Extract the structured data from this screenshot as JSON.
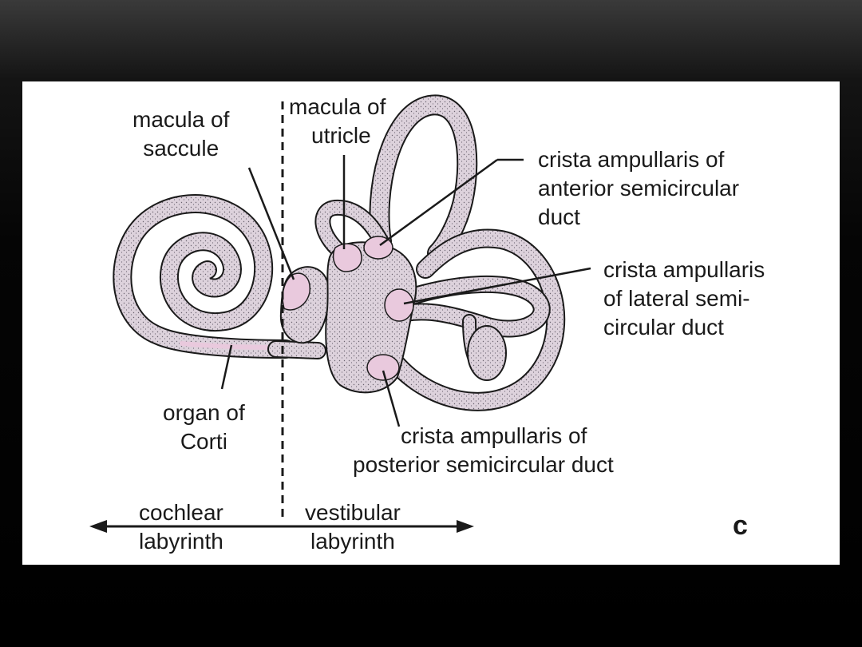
{
  "labels": {
    "macula_saccule": [
      "macula of",
      "saccule"
    ],
    "macula_utricle": [
      "macula of",
      "utricle"
    ],
    "crista_anterior": [
      "crista ampullaris of",
      "anterior semicircular",
      "duct"
    ],
    "crista_lateral": [
      "crista ampullaris",
      "of lateral semi-",
      "circular duct"
    ],
    "organ_corti": [
      "organ of",
      "Corti"
    ],
    "crista_posterior": [
      "crista ampullaris of",
      "posterior semicircular duct"
    ],
    "cochlear": [
      "cochlear",
      "labyrinth"
    ],
    "vestibular": [
      "vestibular",
      "labyrinth"
    ],
    "panel": "c"
  },
  "colors": {
    "tissue": "#ddd2dc",
    "sensory": "#e9c9dd",
    "outline": "#1a1a1a",
    "stipple": "#6b6470"
  }
}
